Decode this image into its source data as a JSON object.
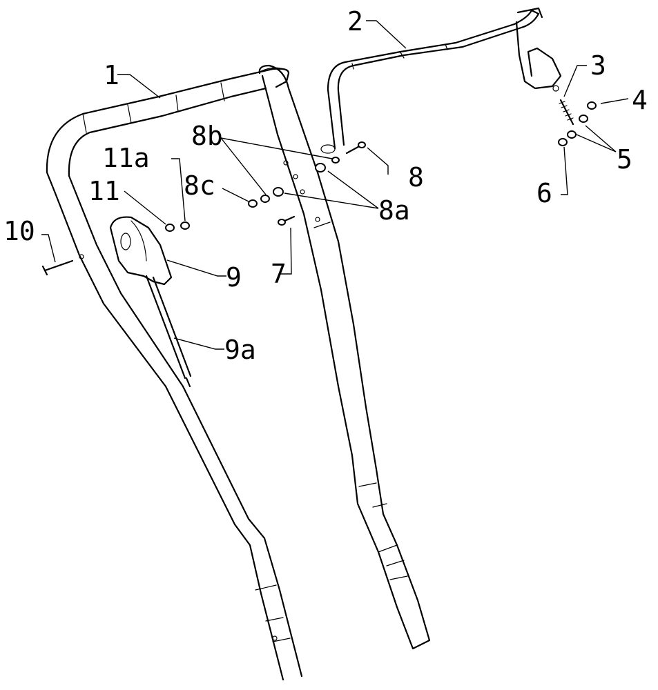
{
  "figure": {
    "callouts": {
      "c1": "1",
      "c2": "2",
      "c3": "3",
      "c4": "4",
      "c5": "5",
      "c6": "6",
      "c7": "7",
      "c8": "8",
      "c8a": "8a",
      "c8b": "8b",
      "c8c": "8c",
      "c9": "9",
      "c9a": "9a",
      "c10": "10",
      "c11": "11",
      "c11a": "11a"
    }
  }
}
